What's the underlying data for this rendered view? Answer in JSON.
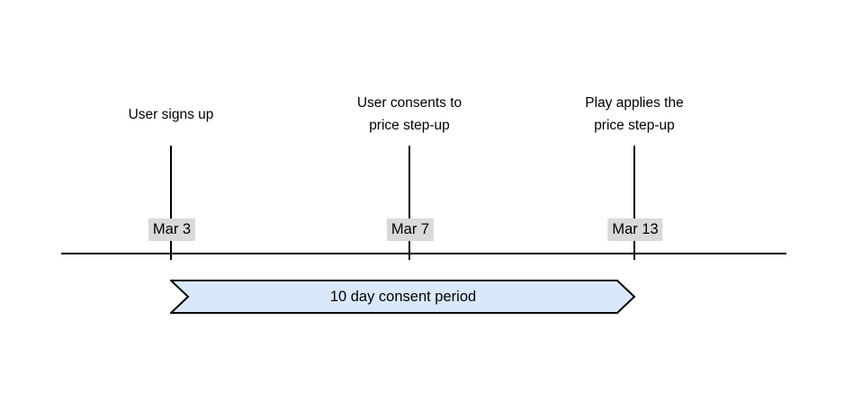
{
  "diagram": {
    "type": "timeline",
    "events": [
      {
        "label": "User signs up",
        "date": "Mar 3"
      },
      {
        "label": "User consents to\nprice step-up",
        "date": "Mar 7"
      },
      {
        "label": "Play applies the\nprice step-up",
        "date": "Mar 13"
      }
    ],
    "banner": {
      "label": "10 day consent period"
    },
    "colors": {
      "banner_fill": "#dae8fc",
      "banner_stroke": "#000000",
      "date_label_bg": "#d9d9d9",
      "line": "#000000",
      "text": "#000000",
      "background": "#ffffff"
    }
  }
}
